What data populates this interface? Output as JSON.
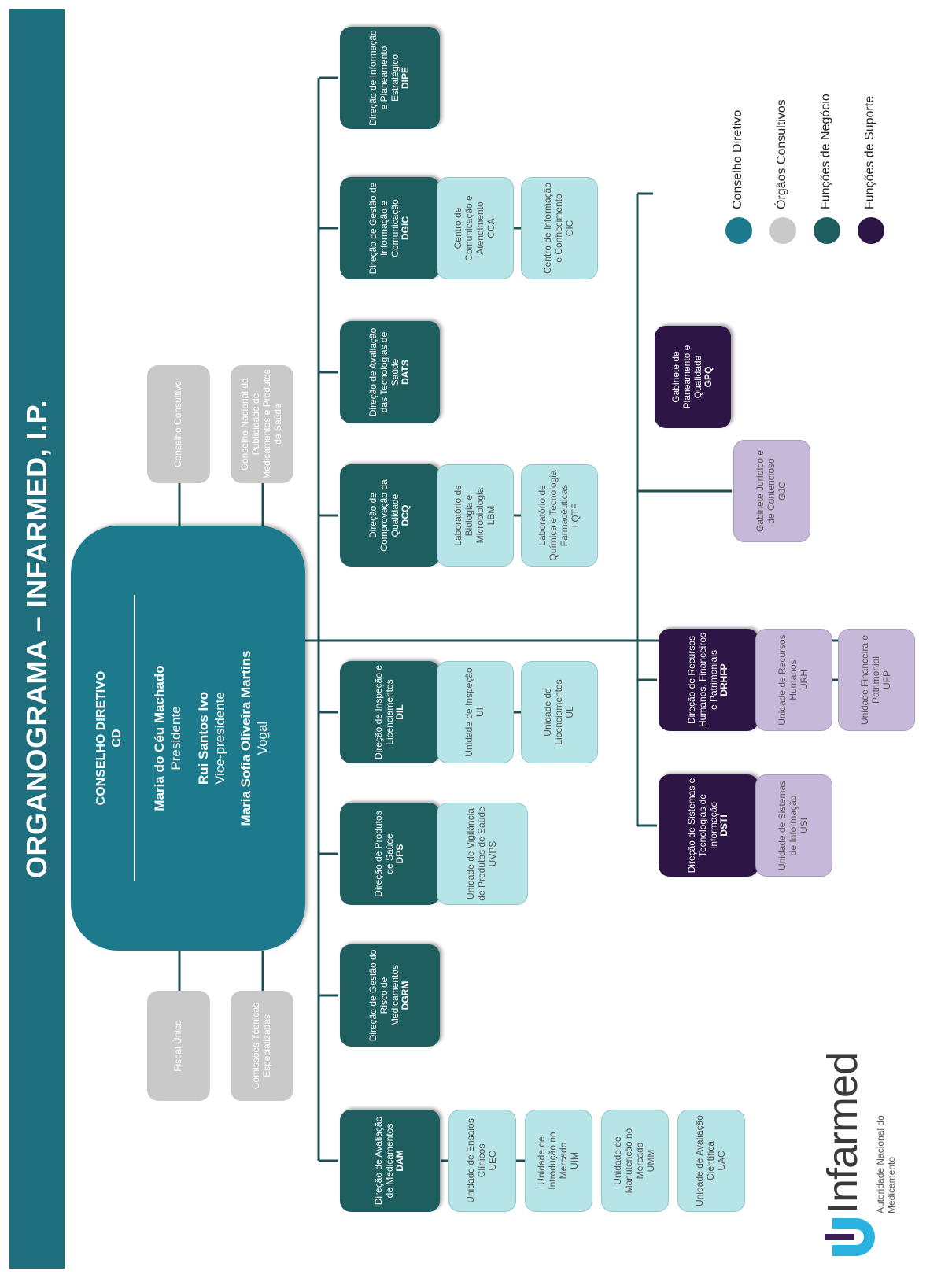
{
  "title": "ORGANOGRAMA – INFARMED, I.P.",
  "colors": {
    "title_bar": "#1e6e7e",
    "conselho_diretivo": "#1d7a8d",
    "orgaos_consultivos": "#c9c9c9",
    "funcoes_negocio": "#1f5e5f",
    "funcoes_negocio_sub": "#b7e4e7",
    "funcoes_suporte": "#2d1545",
    "funcoes_suporte_sub": "#c6b8d8"
  },
  "conselho": {
    "title": "CONSELHO DIRETIVO",
    "code": "CD",
    "president_name": "Maria do Céu Machado",
    "president_role": "Presidente",
    "vice_name": "Rui Santos Ivo",
    "vice_role": "Vice-presidente",
    "vogal_name": "Maria Sofia Oliveira Martins",
    "vogal_role": "Vogal"
  },
  "consultivos": {
    "fiscal": "Fiscal Único",
    "comissoes": "Comissões Técnicas Especializadas",
    "conselho_consultivo": "Conselho Consultivo",
    "conselho_nacional": "Conselho Nacional da Publicidade de Medicamentos e Produtos de Saúde"
  },
  "negocio": {
    "dam": {
      "name": "Direção de Avaliação de Medicamentos",
      "code": "DAM",
      "units": [
        {
          "name": "Unidade de Ensaios Clínicos",
          "code": "UEC"
        },
        {
          "name": "Unidade de Introdução no Mercado",
          "code": "UIM"
        },
        {
          "name": "Unidade de Manutenção no Mercado",
          "code": "UMM"
        },
        {
          "name": "Unidade de Avaliação Científica",
          "code": "UAC"
        }
      ]
    },
    "dgrm": {
      "name": "Direção de Gestão do Risco de Medicamentos",
      "code": "DGRM"
    },
    "dps": {
      "name": "Direção de Produtos de Saúde",
      "code": "DPS",
      "units": [
        {
          "name": "Unidade de Vigilância de Produtos de Saúde",
          "code": "UVPS"
        }
      ]
    },
    "dil": {
      "name": "Direção de Inspeção e Licenciamentos",
      "code": "DIL",
      "units": [
        {
          "name": "Unidade de Inspeção",
          "code": "UI"
        },
        {
          "name": "Unidade de Licenciamentos",
          "code": "UL"
        }
      ]
    },
    "dcq": {
      "name": "Direção de Comprovação da Qualidade",
      "code": "DCQ",
      "units": [
        {
          "name": "Laboratório de Biologia e Microbiologia",
          "code": "LBM"
        },
        {
          "name": "Laboratório de Química e Tecnologia Farmacêuticas",
          "code": "LQTF"
        }
      ]
    },
    "dats": {
      "name": "Direção de Avaliação das Tecnologias de Saúde",
      "code": "DATS"
    },
    "dgic": {
      "name": "Direção de Gestão de Informação e Comunicação",
      "code": "DGIC",
      "units": [
        {
          "name": "Centro de Comunicação e Atendimento",
          "code": "CCA"
        },
        {
          "name": "Centro de Informação e Conhecimento",
          "code": "CIC"
        }
      ]
    },
    "dipe": {
      "name": "Direção de Informação e Planeamento Estratégico",
      "code": "DIPE"
    }
  },
  "suporte": {
    "dsti": {
      "name": "Direção de Sistemas e Tecnologias de Informação",
      "code": "DSTI",
      "units": [
        {
          "name": "Unidade de Sistemas de Informação",
          "code": "USI"
        }
      ]
    },
    "drhfp": {
      "name": "Direção de Recursos Humanos, Financeiros e Patrimoniais",
      "code": "DRHFP",
      "units": [
        {
          "name": "Unidade de Recursos Humanos",
          "code": "URH"
        },
        {
          "name": "Unidade Financeira e Patrimonial",
          "code": "UFP"
        }
      ]
    },
    "gjc": {
      "name": "Gabinete Jurídico e de Contencioso",
      "code": "GJC"
    },
    "gpq": {
      "name": "Gabinete de Planeamento e Qualidade",
      "code": "GPQ"
    }
  },
  "legend": [
    {
      "label": "Conselho Diretivo",
      "color": "#1d7a8d"
    },
    {
      "label": "Órgãos Consultivos",
      "color": "#c9c9c9"
    },
    {
      "label": "Funções de Negócio",
      "color": "#1f5e5f"
    },
    {
      "label": "Funções de Suporte",
      "color": "#2d1545"
    }
  ],
  "logo": {
    "word": "Infarmed",
    "tagline": "Autoridade Nacional do Medicamento"
  }
}
